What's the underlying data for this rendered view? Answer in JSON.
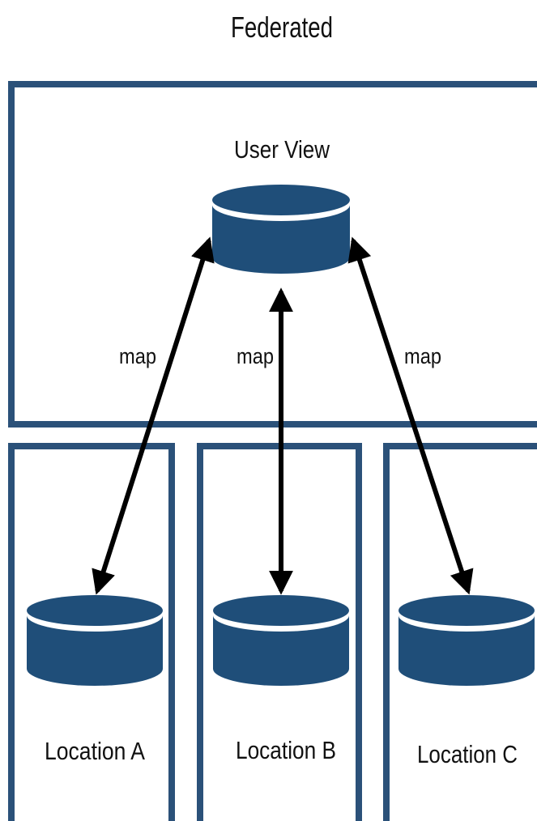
{
  "title": "Federated",
  "user_view": {
    "label": "User View"
  },
  "locations": [
    {
      "label": "Location A"
    },
    {
      "label": "Location B"
    },
    {
      "label": "Location C"
    }
  ],
  "map_labels": [
    "map",
    "map",
    "map"
  ],
  "colors": {
    "box_border": "#2b5179",
    "database": "#1f4e79",
    "database_rim": "#ffffff",
    "arrow": "#000000",
    "text": "#111111"
  }
}
